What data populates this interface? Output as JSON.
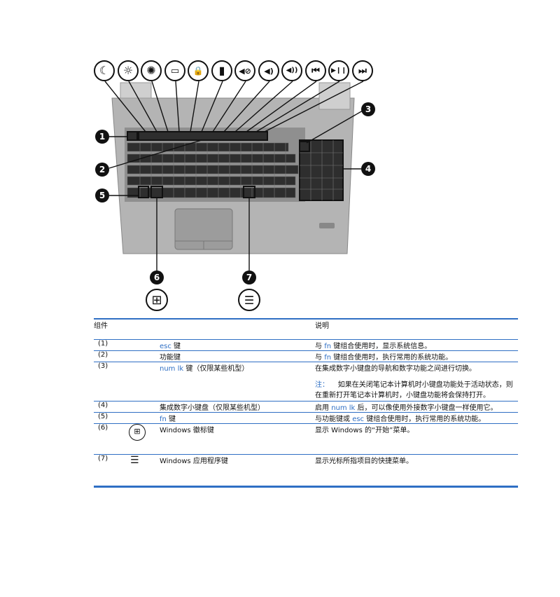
{
  "figure": {
    "fkey_icons": [
      "☾",
      "☼",
      "✺",
      "▭",
      "🔒",
      "▮",
      "◀⊘",
      "◀)",
      "◀))",
      "⏮",
      "▶❙❙",
      "⏭"
    ],
    "callouts": [
      "1",
      "2",
      "3",
      "4",
      "5",
      "6",
      "7"
    ],
    "win_logo": "⊞",
    "app_logo": "☰"
  },
  "table": {
    "header": {
      "component": "组件",
      "description": "说明"
    },
    "rows": [
      {
        "num": "(1)",
        "name_pre": "",
        "name_blue": "esc",
        "name_post": " 键",
        "desc_pre": "与 ",
        "desc_blue": "fn",
        "desc_post": " 键组合使用时，显示系统信息。"
      },
      {
        "num": "(2)",
        "name_pre": "功能键",
        "name_blue": "",
        "name_post": "",
        "desc_pre": "与 ",
        "desc_blue": "fn",
        "desc_post": " 键组合使用时，执行常用的系统功能。"
      },
      {
        "num": "(3)",
        "name_pre": "",
        "name_blue": "num lk",
        "name_post": " 键（仅限某些机型）",
        "desc_pre": "在集成数字小键盘的导航和数字功能之间进行切换。",
        "desc_blue": "",
        "desc_post": "",
        "note_label": "注：",
        "note_text": "如果在关闭笔记本计算机时小键盘功能处于活动状态，则在重新打开笔记本计算机时，小键盘功能将会保持打开。"
      },
      {
        "num": "(4)",
        "name_pre": "集成数字小键盘（仅限某些机型）",
        "name_blue": "",
        "name_post": "",
        "desc_pre": "启用 ",
        "desc_blue": "num lk",
        "desc_post": " 后，可以像使用外接数字小键盘一样使用它。"
      },
      {
        "num": "(5)",
        "name_pre": "",
        "name_blue": "fn",
        "name_post": " 键",
        "desc_pre": "与功能键或 ",
        "desc_blue": "esc",
        "desc_post": " 键组合使用时，执行常用的系统功能。"
      },
      {
        "num": "(6)",
        "icon": "⊞",
        "name_pre": "Windows 徽标键",
        "name_blue": "",
        "name_post": "",
        "desc_pre": "显示 Windows 的“开始”菜单。",
        "desc_blue": "",
        "desc_post": ""
      },
      {
        "num": "(7)",
        "icon": "☰",
        "name_pre": "Windows 应用程序键",
        "name_blue": "",
        "name_post": "",
        "desc_pre": "显示光标所指项目的快捷菜单。",
        "desc_blue": "",
        "desc_post": ""
      }
    ]
  },
  "colors": {
    "accent": "#2f6fc4",
    "key": "#3a3a3a",
    "case": "#a9a9a9"
  }
}
